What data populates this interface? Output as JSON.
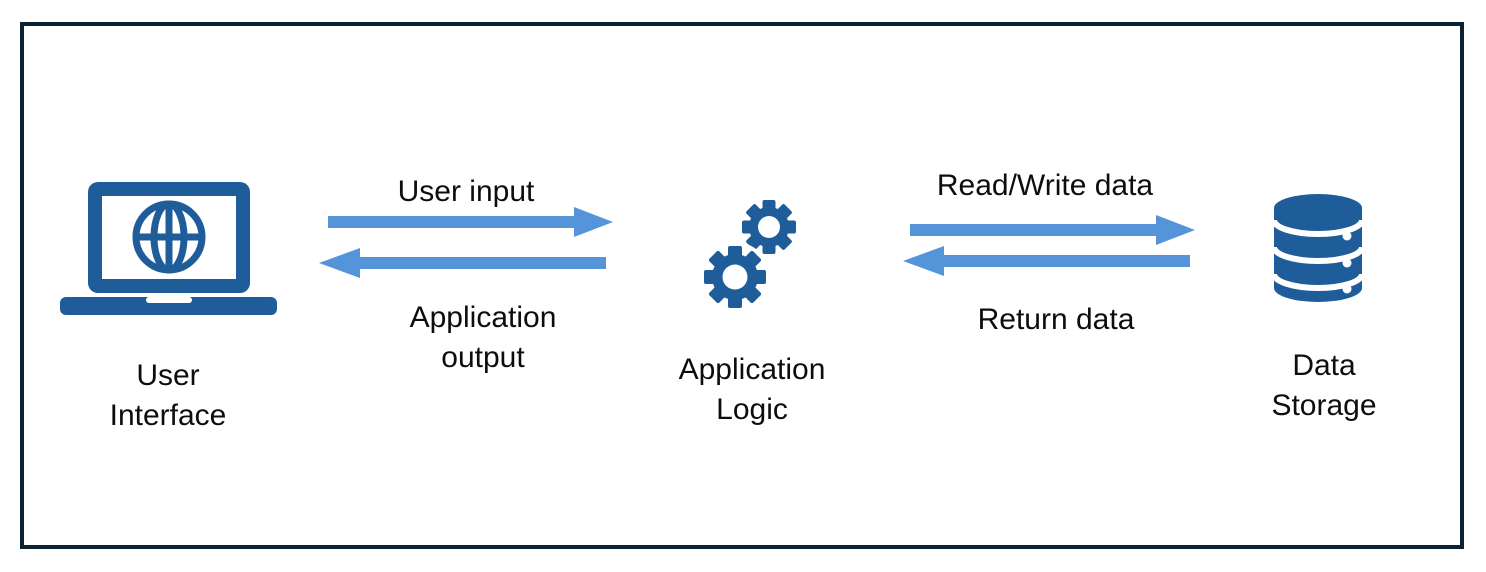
{
  "diagram": {
    "nodes": [
      {
        "id": "user-interface",
        "label_line1": "User",
        "label_line2": "Interface",
        "icon": "laptop-globe-icon"
      },
      {
        "id": "application-logic",
        "label_line1": "Application",
        "label_line2": "Logic",
        "icon": "gears-icon"
      },
      {
        "id": "data-storage",
        "label_line1": "Data",
        "label_line2": "Storage",
        "icon": "database-icon"
      }
    ],
    "flows": [
      {
        "from": "user-interface",
        "to": "application-logic",
        "direction": "right",
        "label": "User input"
      },
      {
        "from": "application-logic",
        "to": "user-interface",
        "direction": "left",
        "label_line1": "Application",
        "label_line2": "output"
      },
      {
        "from": "application-logic",
        "to": "data-storage",
        "direction": "right",
        "label": "Read/Write data"
      },
      {
        "from": "data-storage",
        "to": "application-logic",
        "direction": "left",
        "label": "Return data"
      }
    ],
    "colors": {
      "icon_blue": "#1F5D9A",
      "arrow_blue": "#5494D8",
      "border": "#0A2333",
      "text": "#0d0d0d",
      "background": "#ffffff"
    }
  }
}
